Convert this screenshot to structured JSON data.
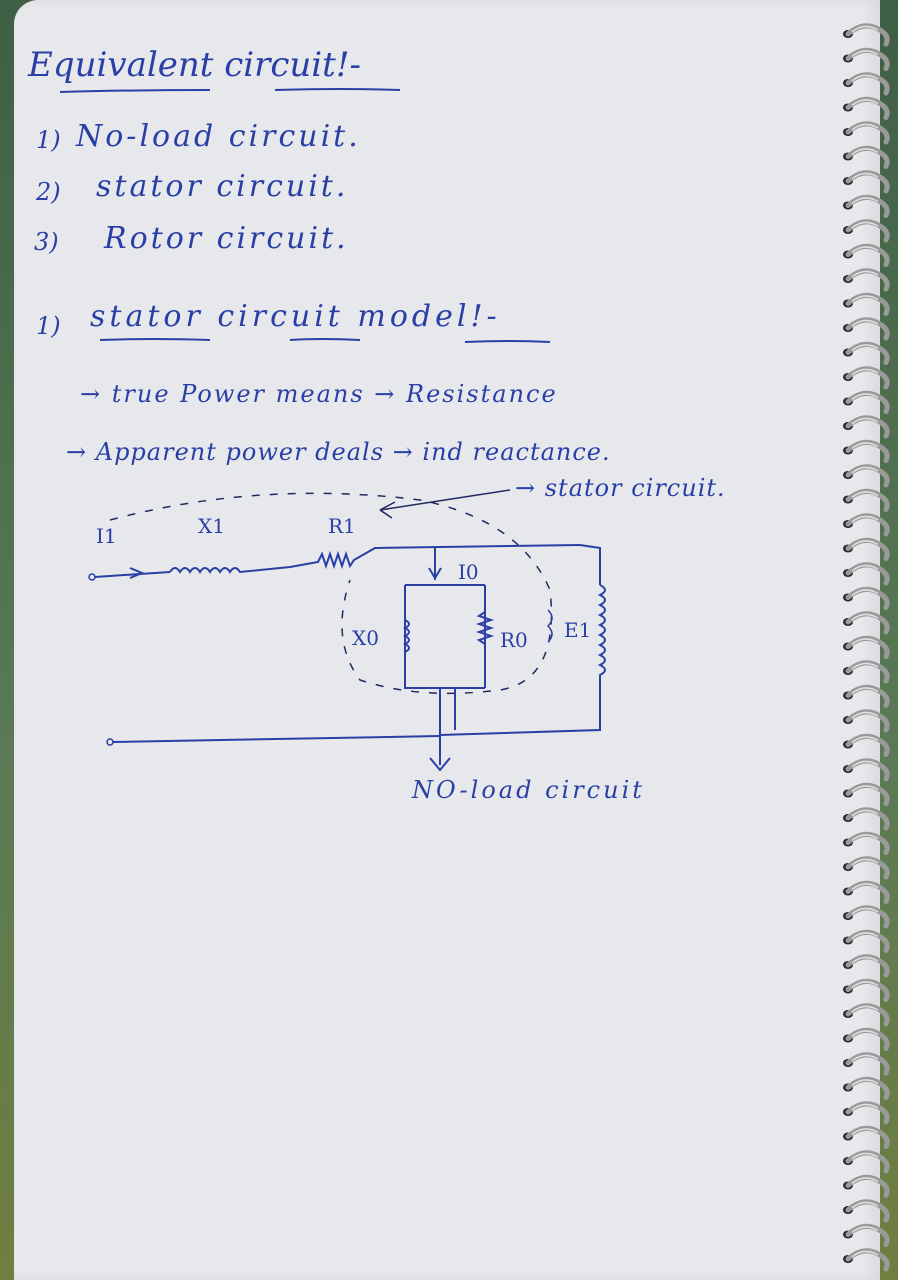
{
  "notes": {
    "title": "Equivalent circuit!-",
    "items": [
      {
        "num": "1)",
        "text": "No-load circuit."
      },
      {
        "num": "2)",
        "text": "stator circuit."
      },
      {
        "num": "3)",
        "text": "Rotor circuit."
      }
    ],
    "section": {
      "num": "1)",
      "text": "stator circuit model!-"
    },
    "points": [
      {
        "text": "→ true Power means → Resistance"
      },
      {
        "text": "→ Apparent power deals → ind reactance."
      },
      {
        "text": "→ stator circuit."
      }
    ]
  },
  "circuit": {
    "labels": {
      "i1": "I1",
      "x1": "X1",
      "r1": "R1",
      "i0": "I0",
      "x0": "X0",
      "r0": "R0",
      "e1": "E1"
    },
    "caption": "NO-load circuit"
  },
  "colors": {
    "ink": "#2a3fa6",
    "paper": "#e7e8ec"
  }
}
